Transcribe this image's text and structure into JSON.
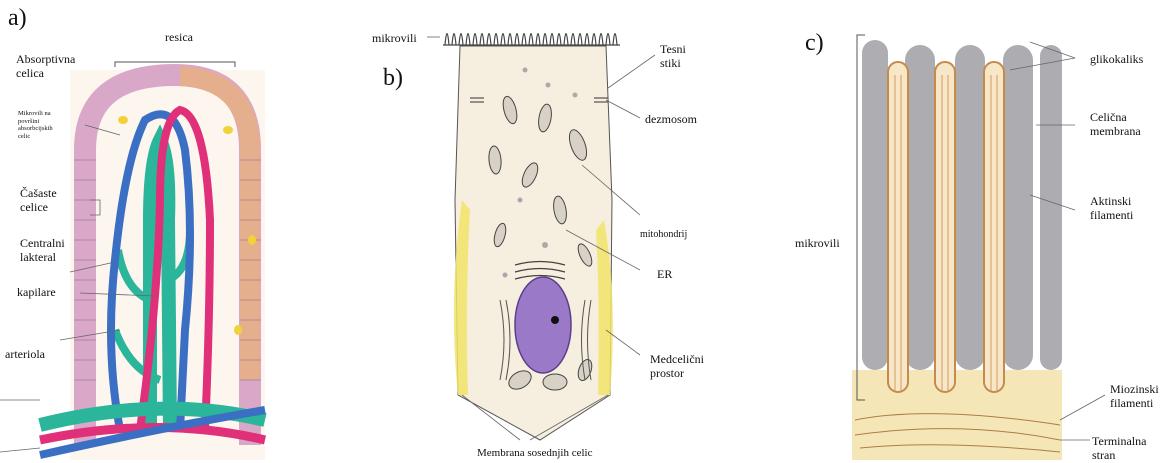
{
  "panels": {
    "a": {
      "letter": "a)",
      "labels": {
        "resica": "resica",
        "absorptivna_celica": "Absorptivna\ncelica",
        "mikrovili_povrsini": "Mikrovili na\npovršini\nabsorbcijskih\ncelic",
        "casaste_celice": "Čašaste\ncelice",
        "centralni_lakteral": "Centralni\nlakteral",
        "kapilare": "kapilare",
        "arteriola": "arteriola"
      }
    },
    "b": {
      "letter": "b)",
      "labels": {
        "mikrovili": "mikrovili",
        "tesni_stiki": "Tesni\nstiki",
        "dezmosom": "dezmosom",
        "mitohondrij": "mitohondrij",
        "er": "ER",
        "medcelicni_prostor": "Medcelični\nprostor",
        "membrana_sosednjih": "Membrana sosednjih celic"
      }
    },
    "c": {
      "letter": "c)",
      "labels": {
        "glikokaliks": "glikokaliks",
        "celicna_membrana": "Celična\nmembrana",
        "aktinski_filamenti": "Aktinski\nfilamenti",
        "mikrovili": "mikrovili",
        "miozinski_filamenti": "Miozinski\nfilamenti",
        "terminalna_stran": "Terminalna\nstran"
      }
    }
  },
  "colors": {
    "artery": "#e0307a",
    "vein": "#3a6fc4",
    "lacteal": "#2bb59a",
    "epithelium": "#d9a7c7",
    "goblet_edge": "#e8a64a",
    "intercellular": "#f1e46a",
    "nucleus": "#9a7ac8",
    "cell_fill": "#f6eede",
    "terminal_web": "#f5e6b8"
  }
}
